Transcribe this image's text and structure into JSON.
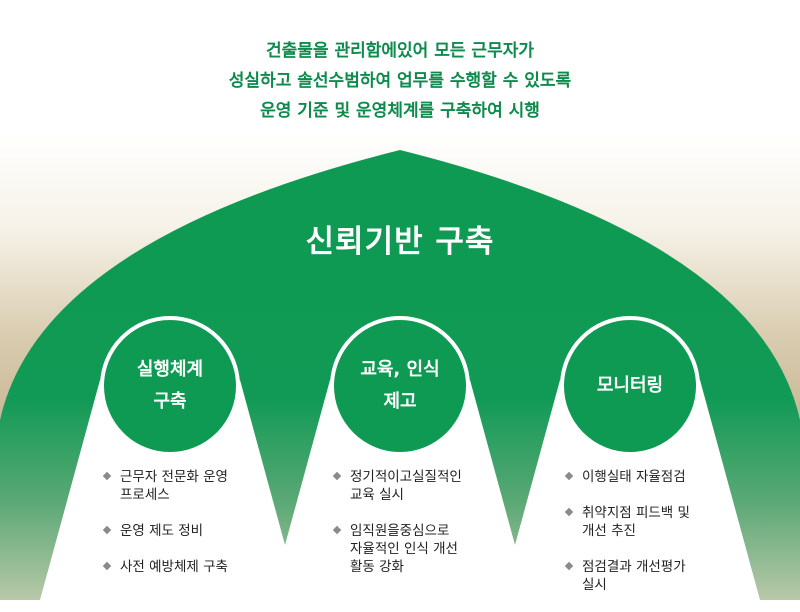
{
  "intro": {
    "line1": "건출물을 관리함에있어 모든 근무자가",
    "line2": "성실하고 솔선수범하여 업무를 수행할 수 있도록",
    "line3": "운영 기준 및 운영체계를 구축하여 시행"
  },
  "main_title": "신뢰기반 구축",
  "colors": {
    "primary_green": "#0e9a52",
    "intro_text": "#0e8a4c",
    "bullet_marker": "#8a8a8a"
  },
  "pillars": [
    {
      "title_lines": [
        "실행체계",
        "구축"
      ],
      "items": [
        "근무자 전문화 운영\n프로세스",
        "운영 제도 정비",
        "사전 예방체제 구축"
      ]
    },
    {
      "title_lines": [
        "교육, 인식",
        "제고"
      ],
      "items": [
        "정기적이고실질적인\n교육 실시",
        "임직원을중심으로\n자율적인 인식 개선\n활동 강화"
      ]
    },
    {
      "title_lines": [
        "모니터링"
      ],
      "items": [
        "이행실태 자율점검",
        "취약지점 피드백 및\n개선 추진",
        "점검결과 개선평가\n실시"
      ]
    }
  ]
}
